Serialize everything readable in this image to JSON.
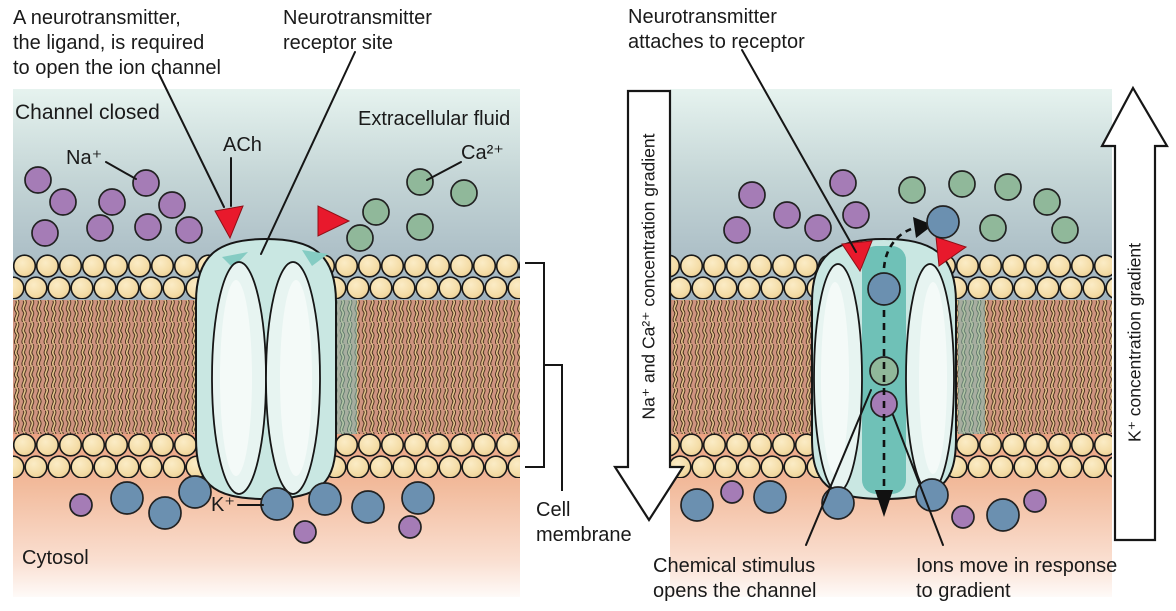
{
  "figure": {
    "left_panel": {
      "state_label": "Channel closed",
      "extracellular_label": "Extracellular fluid",
      "cytosol_label": "Cytosol",
      "ion_labels": {
        "sodium": "Na⁺",
        "acetylcholine": "ACh",
        "calcium": "Ca²⁺",
        "potassium": "K⁺"
      },
      "ligand_note_lines": [
        "A neurotransmitter,",
        "the ligand, is required",
        "to open the ion channel"
      ],
      "receptor_site_lines": [
        "Neurotransmitter",
        "receptor site"
      ],
      "cell_membrane_lines": [
        "Cell",
        "membrane"
      ]
    },
    "right_panel": {
      "attach_note_lines": [
        "Neurotransmitter",
        "attaches to receptor"
      ],
      "chemical_stimulus_lines": [
        "Chemical stimulus",
        "opens the channel"
      ],
      "ions_move_lines": [
        "Ions move in response",
        "to gradient"
      ],
      "down_arrow_label": "Na⁺ and Ca²⁺ concentration gradient",
      "up_arrow_label": "K⁺ concentration gradient"
    },
    "colors": {
      "ach_red": "#e8192c",
      "sodium_purple": "#a57cb6",
      "calcium_green": "#90b89a",
      "potassium_blue": "#6b90b0",
      "lipid_head": "#f4dca6",
      "membrane_core": "#cf9480",
      "channel_body": "#c9e7e2",
      "channel_pore": "#6fc1b7",
      "extracellular_top": "#e6f3ef",
      "extracellular_bottom": "#9fb2be",
      "cytosol_top": "#eba181"
    }
  }
}
